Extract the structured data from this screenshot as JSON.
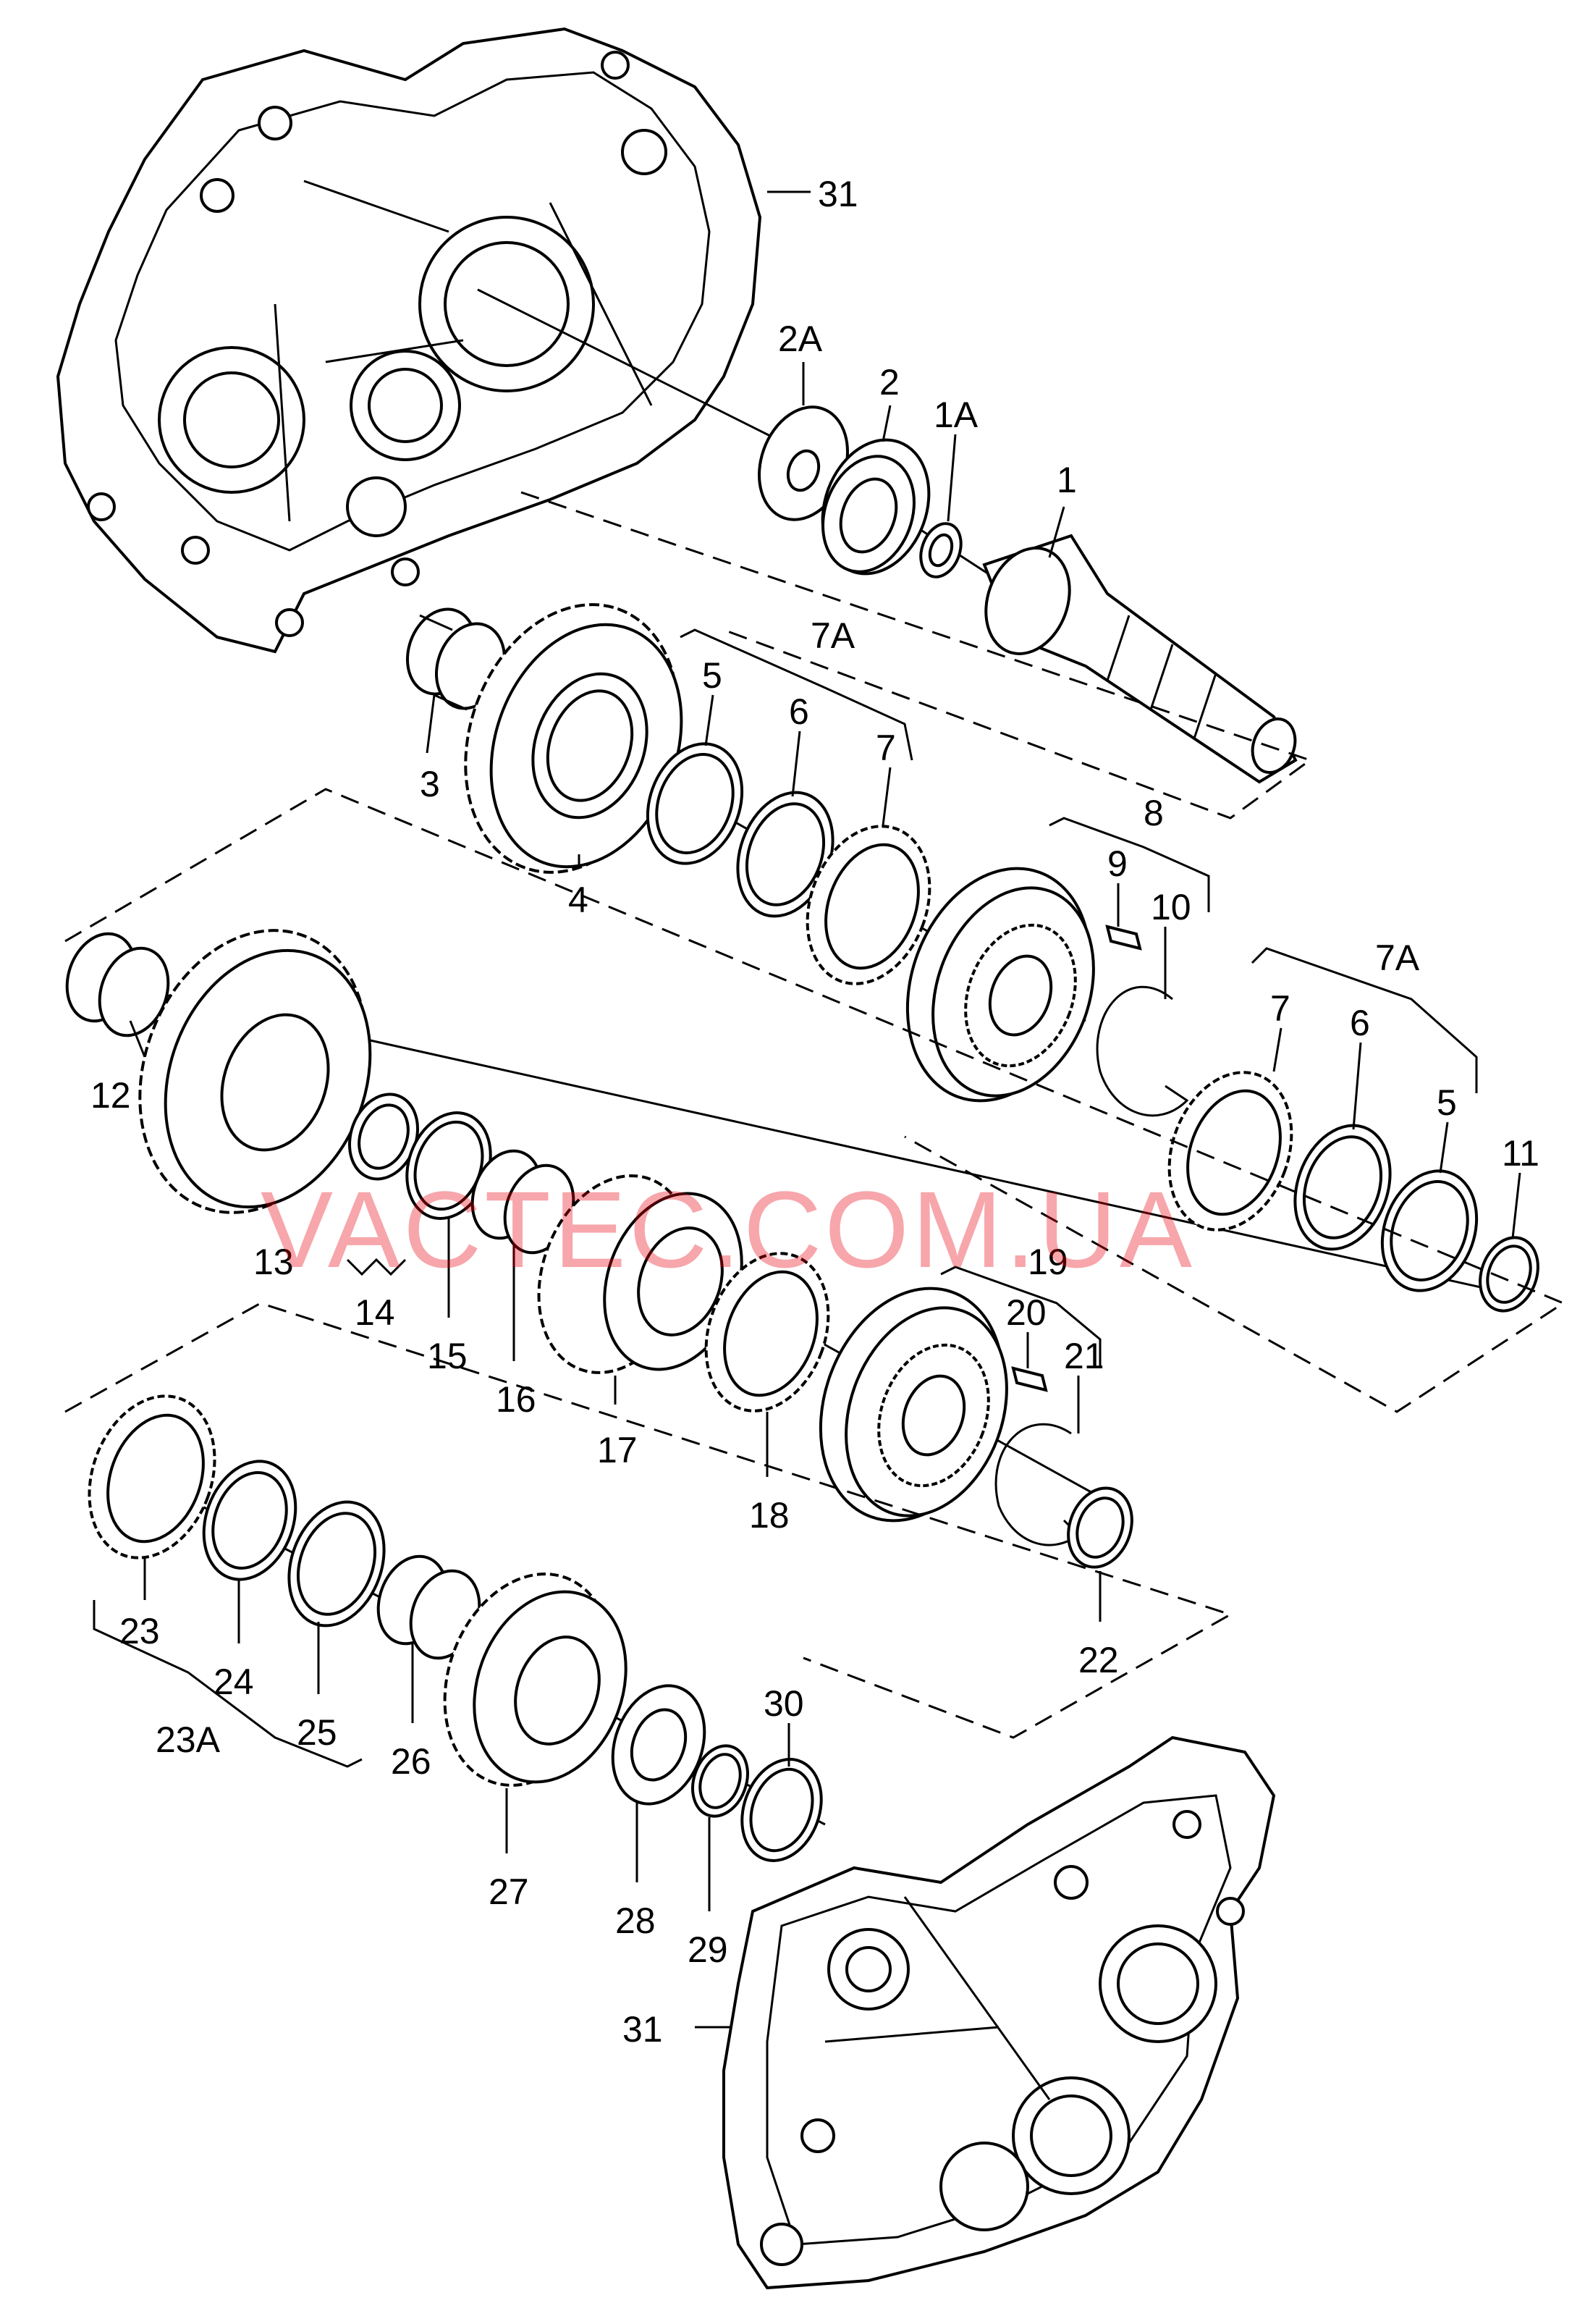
{
  "watermark": "VACTEC.COM.UA",
  "colors": {
    "watermark": "#e8000d",
    "line": "#000000",
    "background": "#ffffff"
  },
  "labels": {
    "l31a": "31",
    "l2A": "2A",
    "l2": "2",
    "l1A": "1A",
    "l1": "1",
    "l7Aa": "7A",
    "l5a": "5",
    "l6a": "6",
    "l7a": "7",
    "l3": "3",
    "l4": "4",
    "l8": "8",
    "l9": "9",
    "l10": "10",
    "l7Ab": "7A",
    "l7b": "7",
    "l6b": "6",
    "l5b": "5",
    "l11": "11",
    "l12": "12",
    "l13": "13",
    "l14": "14",
    "l15": "15",
    "l16": "16",
    "l17": "17",
    "l18": "18",
    "l19": "19",
    "l20": "20",
    "l21": "21",
    "l22": "22",
    "l23": "23",
    "l24": "24",
    "l25": "25",
    "l23A": "23A",
    "l26": "26",
    "l27": "27",
    "l28": "28",
    "l29": "29",
    "l30": "30",
    "l31b": "31"
  }
}
